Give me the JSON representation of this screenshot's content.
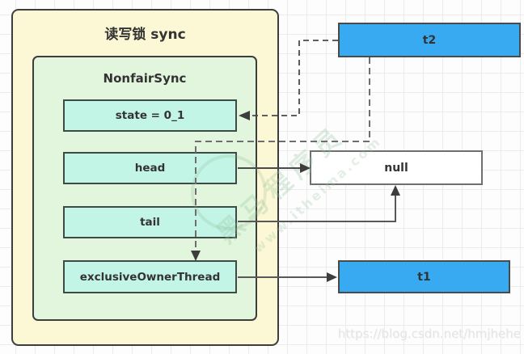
{
  "diagram": {
    "outer_box": {
      "label": "读写锁 sync",
      "fill": "#fcf8d5"
    },
    "inner_box": {
      "label": "NonfairSync",
      "fill": "#e1f6dc"
    },
    "fields": [
      {
        "label": "state = 0_1"
      },
      {
        "label": "head"
      },
      {
        "label": "tail"
      },
      {
        "label": "exclusiveOwnerThread"
      }
    ],
    "nodes": {
      "t2": {
        "label": "t2",
        "fill": "#37aaf1"
      },
      "null_box": {
        "label": "null",
        "fill": "#ffffff"
      },
      "t1": {
        "label": "t1",
        "fill": "#37aaf1"
      }
    },
    "edges": [
      {
        "from": "head",
        "to": "null",
        "style": "solid"
      },
      {
        "from": "tail",
        "to": "null",
        "style": "solid"
      },
      {
        "from": "exclusiveOwnerThread",
        "to": "t1",
        "style": "solid"
      },
      {
        "from": "t2",
        "to": "state",
        "style": "dashed"
      },
      {
        "from": "t2",
        "to": "exclusiveOwnerThread",
        "style": "dashed"
      }
    ],
    "colors": {
      "border": "#3d3d3d",
      "field_border": "#3f4a46",
      "arrow": "#4a4a4a",
      "dashed_gray": "#777777",
      "grid": "#ececec"
    }
  },
  "watermarks": {
    "diagonal_brand": "黑马程序员",
    "diagonal_site": "www.itheima.com",
    "blog_url": "https://blog.csdn.net/hmjhehe"
  }
}
